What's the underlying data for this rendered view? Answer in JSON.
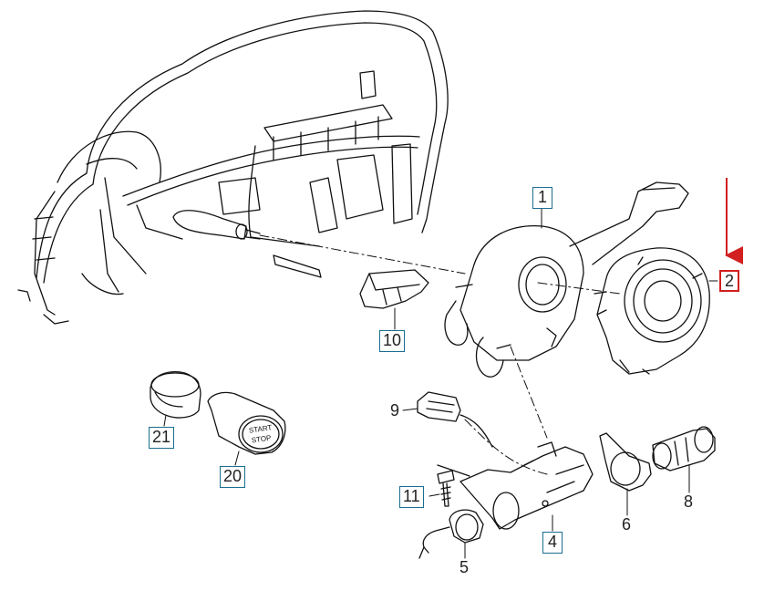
{
  "highlight_color": "#d21f1f",
  "callout_border_color": "#1a6e8f",
  "boxed_callouts": [
    {
      "id": "c1",
      "label": "1"
    },
    {
      "id": "c2",
      "label": "2",
      "highlighted": true
    },
    {
      "id": "c10",
      "label": "10"
    },
    {
      "id": "c21",
      "label": "21"
    },
    {
      "id": "c20",
      "label": "20"
    },
    {
      "id": "c11",
      "label": "11"
    },
    {
      "id": "c4",
      "label": "4"
    }
  ],
  "plain_callouts": [
    {
      "id": "p9",
      "label": "9"
    },
    {
      "id": "p5",
      "label": "5"
    },
    {
      "id": "p6",
      "label": "6"
    },
    {
      "id": "p8",
      "label": "8"
    }
  ],
  "button_text": {
    "line1": "START",
    "line2": "STOP"
  },
  "icons": [
    "highlight-arrow-icon"
  ]
}
